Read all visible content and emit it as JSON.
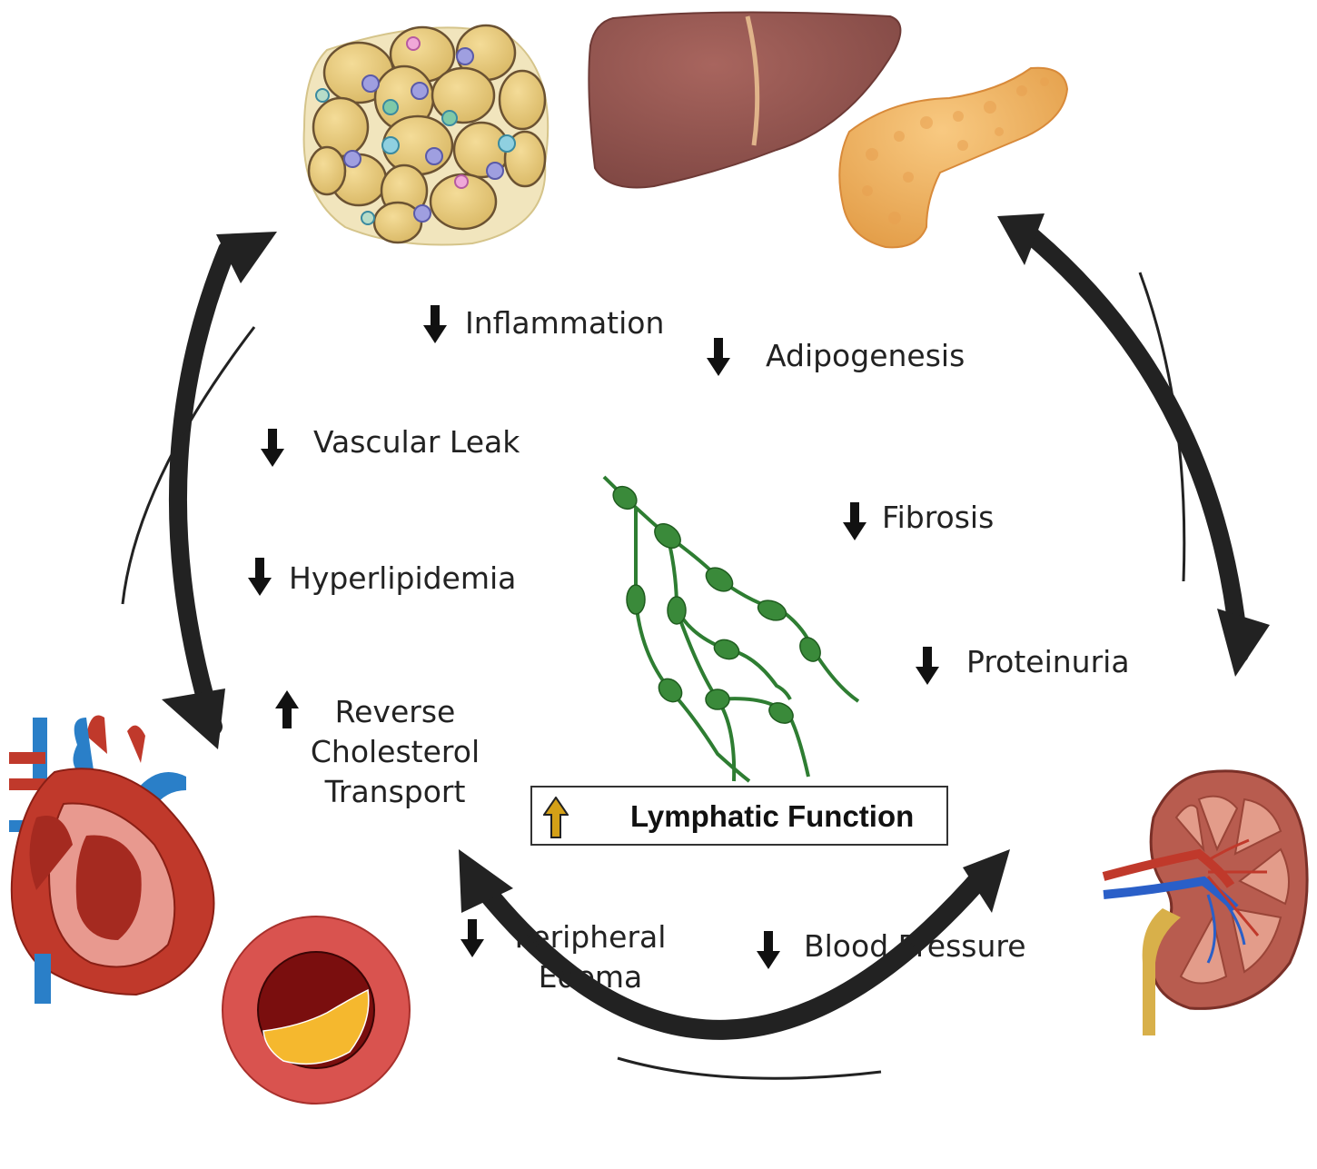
{
  "effects": {
    "inflammation": {
      "label": "Inflammation",
      "direction": "down"
    },
    "adipogenesis": {
      "label": "Adipogenesis",
      "direction": "down"
    },
    "vascular_leak": {
      "label": "Vascular Leak",
      "direction": "down"
    },
    "fibrosis": {
      "label": "Fibrosis",
      "direction": "down"
    },
    "hyperlipidemia": {
      "label": "Hyperlipidemia",
      "direction": "down"
    },
    "proteinuria": {
      "label": "Proteinuria",
      "direction": "down"
    },
    "reverse_cholesterol_transport": {
      "lines": [
        "Reverse",
        "Cholesterol",
        "Transport"
      ],
      "direction": "up"
    },
    "peripheral_edema": {
      "lines": [
        "Peripheral",
        "Edema"
      ],
      "direction": "down"
    },
    "blood_pressure": {
      "label": "Blood Pressure",
      "direction": "down"
    }
  },
  "center": {
    "label": "Lymphatic Function",
    "direction": "up",
    "icon": "up-arrow-icon"
  },
  "organs": [
    "adipose-tissue-icon",
    "liver-icon",
    "pancreas-icon",
    "heart-icon",
    "artery-plaque-icon",
    "kidney-icon",
    "lymphatic-vessel-icon"
  ],
  "colors": {
    "cycle_arrow": "#222222",
    "lymphatic_vessel": "#2e7d32",
    "center_arrow": "#d4a017",
    "adipose": "#e8c877",
    "liver": "#9b5a55",
    "pancreas": "#f0b868",
    "heart": "#c0392b",
    "artery_wall": "#d9534f",
    "plaque": "#f5b82e",
    "kidney": "#b85c4f"
  }
}
